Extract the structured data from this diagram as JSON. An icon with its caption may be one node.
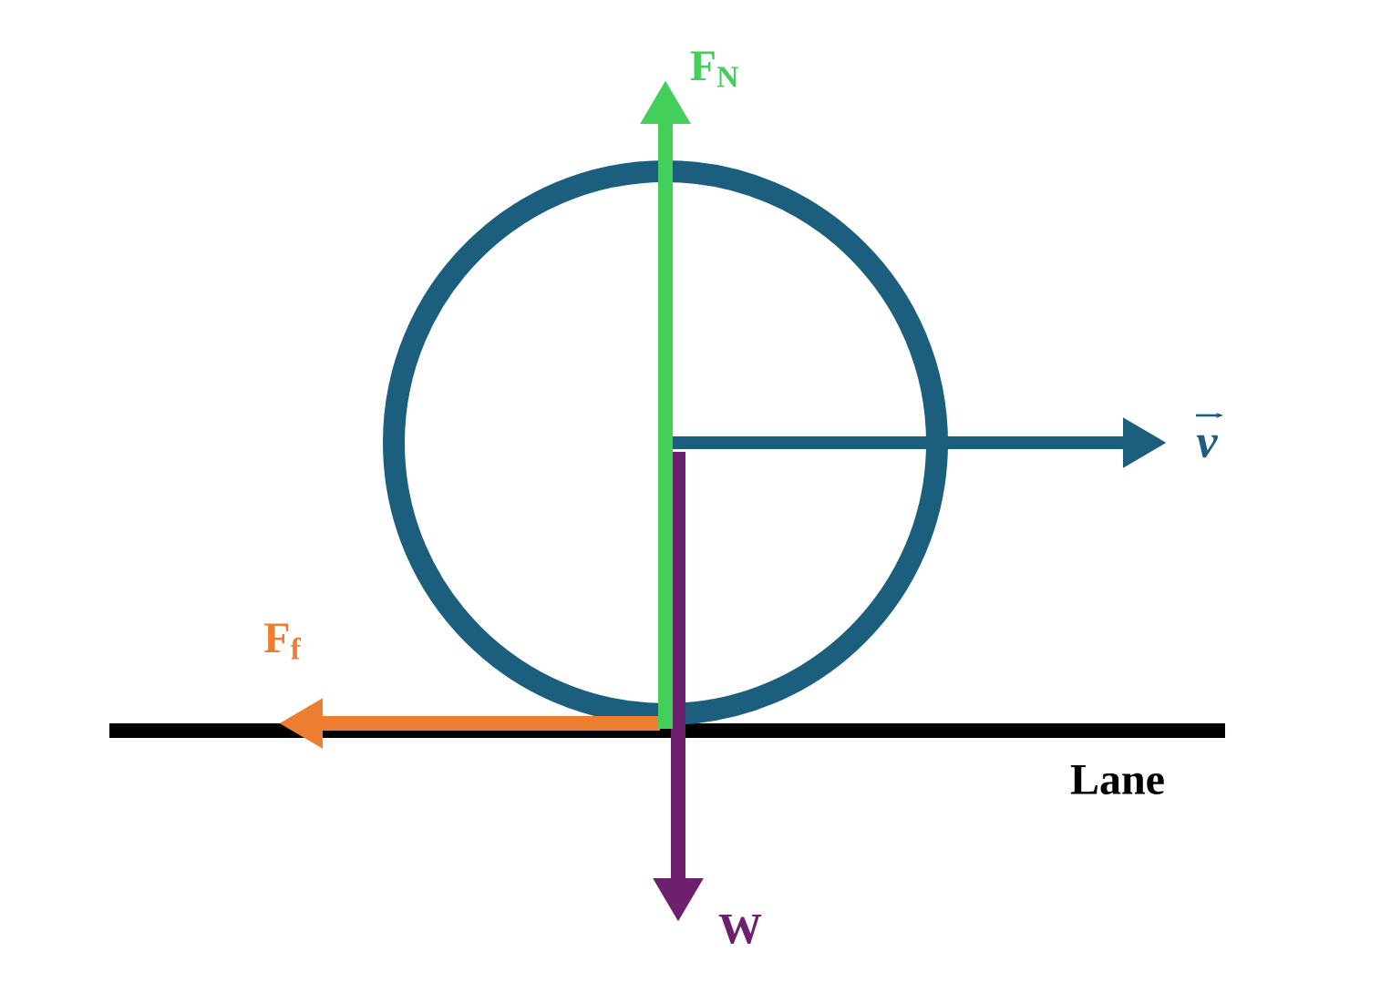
{
  "diagram": {
    "labels": [
      "F$_{N}$",
      "v",
      "F$_{f}$",
      "Lane",
      "W"
    ]
  }
}
